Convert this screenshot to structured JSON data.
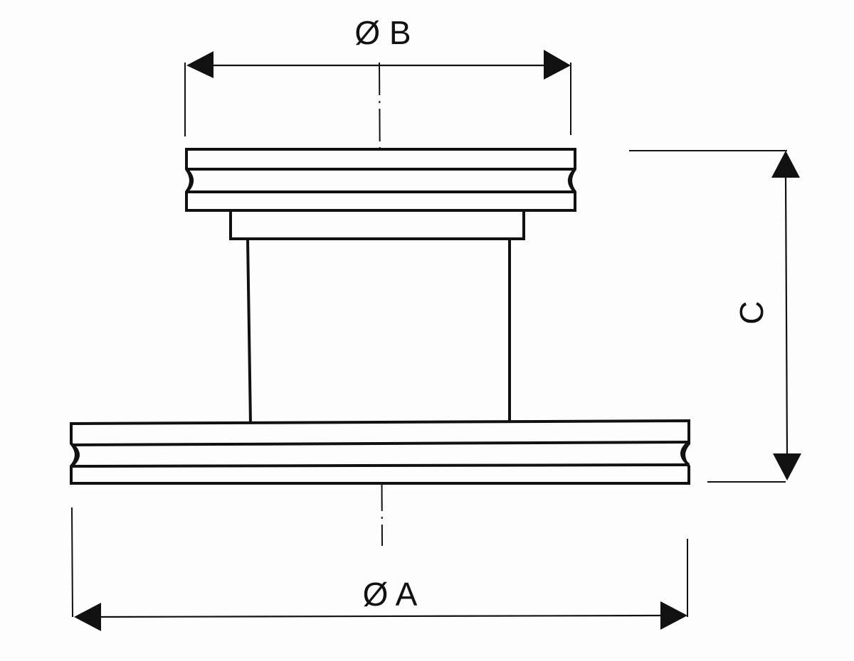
{
  "drawing": {
    "dimensions": {
      "diameter_b": "Ø B",
      "diameter_a": "Ø A",
      "height_c": "C"
    },
    "colors": {
      "line": "#111111",
      "background": "#fdfdfd"
    }
  }
}
